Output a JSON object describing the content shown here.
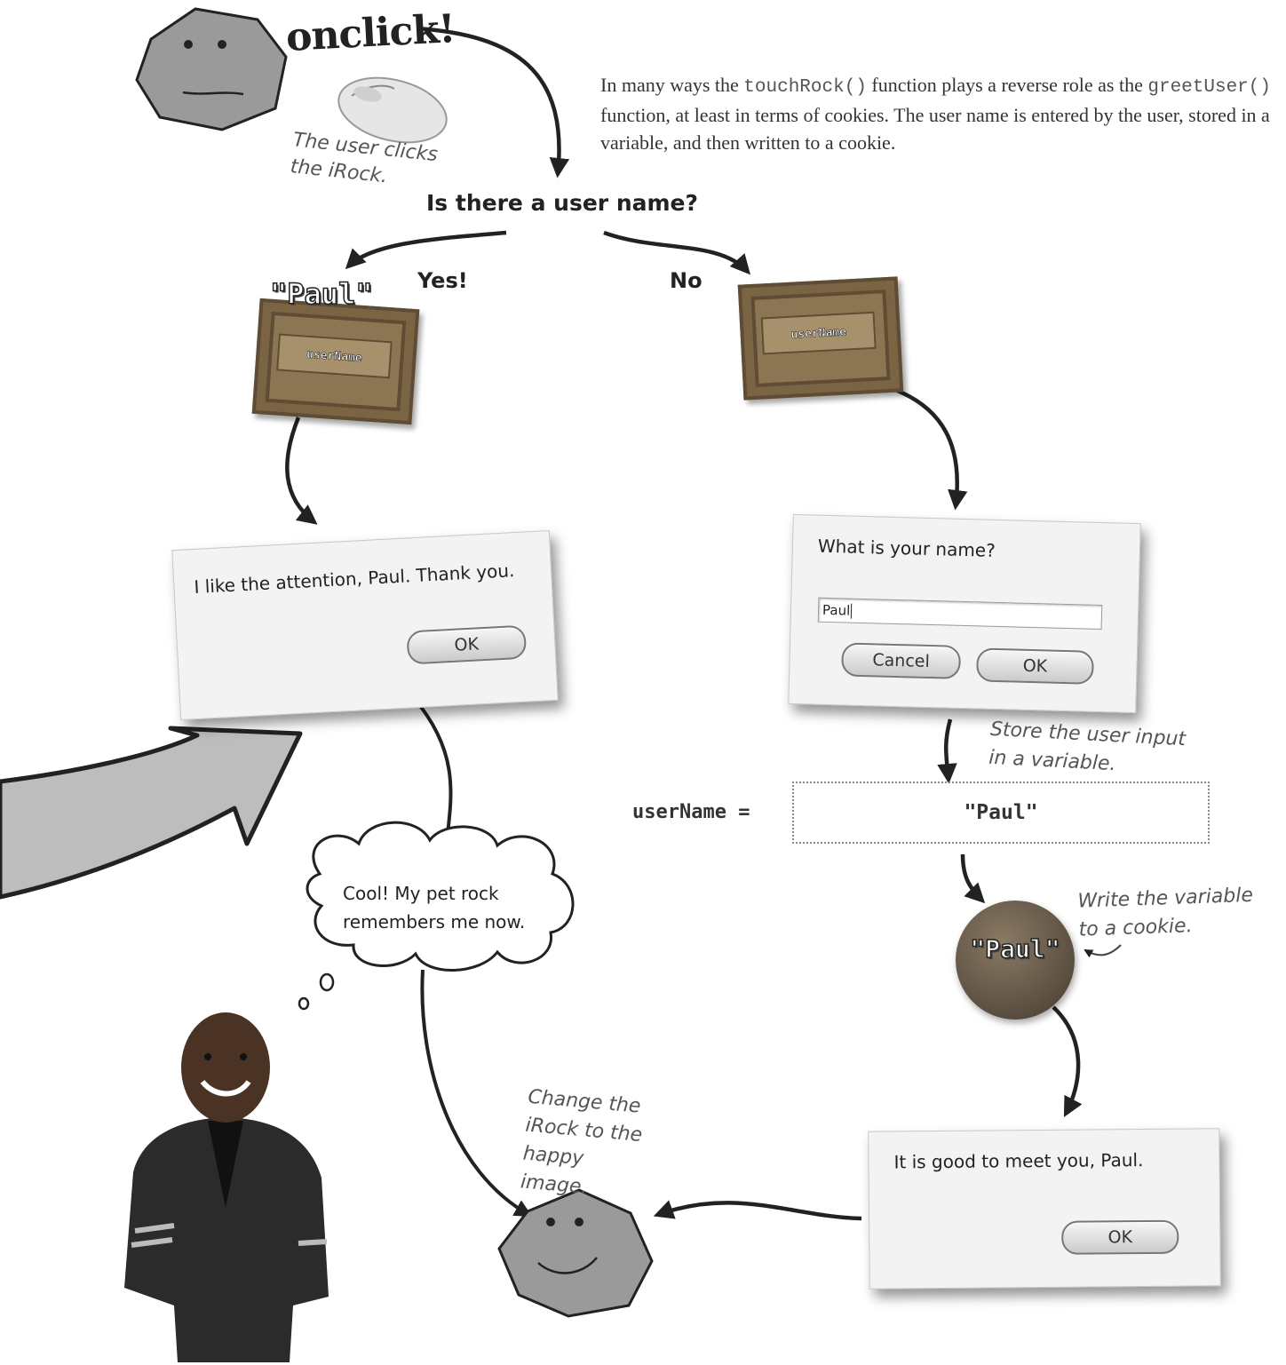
{
  "intro": {
    "before": "In many ways the ",
    "touch_fn": "touchRock()",
    "middle": " function plays a reverse role as the ",
    "greet_fn": "greetUser()",
    "after": " function, at least in terms of cookies. The user name is entered by the user, stored in a variable, and then written to a cookie."
  },
  "onclick_label": "onclick!",
  "notes": {
    "clicks": "The user clicks the iRock.",
    "store": "Store the user input in a variable.",
    "cookie": "Write the variable to a cookie.",
    "change": "Change the iRock to the happy image."
  },
  "question": "Is there a user name?",
  "branches": {
    "yes": "Yes!",
    "no": "No"
  },
  "name_tag": "\"Paul\"",
  "crate_label": "userName",
  "dialog_yes": {
    "message": "I like the attention, Paul. Thank you.",
    "ok": "OK"
  },
  "dialog_prompt": {
    "message": "What is your name?",
    "input_value": "Paul",
    "cancel": "Cancel",
    "ok": "OK"
  },
  "assignment": {
    "lhs": "userName =",
    "value": "\"Paul\""
  },
  "cookie_tag": "\"Paul\"",
  "thought": "Cool! My pet rock remembers me now.",
  "dialog_meet": {
    "message": "It is good to meet you, Paul.",
    "ok": "OK"
  },
  "colors": {
    "rock": "#9a9a9a",
    "arrow": "#222222",
    "big_arrow": "#bdbdbd",
    "dialog_bg": "#f3f3f3"
  },
  "icons": [
    "rock-sad-icon",
    "rock-happy-icon",
    "mouse-icon",
    "crate-icon",
    "cookie-icon",
    "person-image"
  ]
}
